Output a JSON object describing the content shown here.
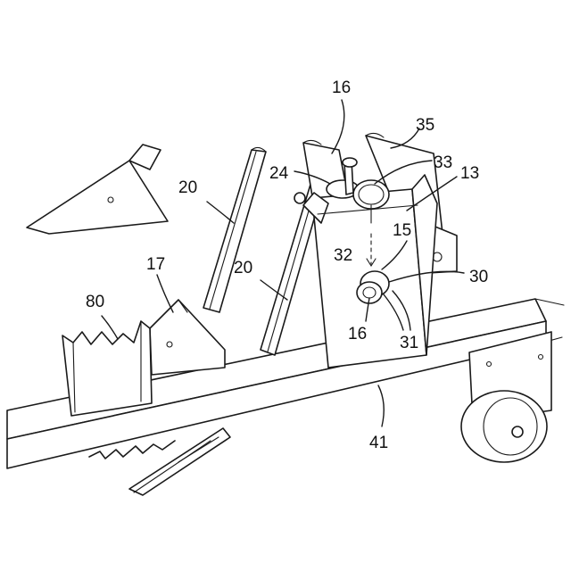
{
  "labels": {
    "l16_top": "16",
    "l35": "35",
    "l24": "24",
    "l33": "33",
    "l13": "13",
    "l20_upper": "20",
    "l20_lower": "20",
    "l17": "17",
    "l80": "80",
    "l15": "15",
    "l32": "32",
    "l30": "30",
    "l16_bottom": "16",
    "l31": "31",
    "l41": "41"
  },
  "colors": {
    "line": "#1a1a1a",
    "background": "#ffffff"
  }
}
